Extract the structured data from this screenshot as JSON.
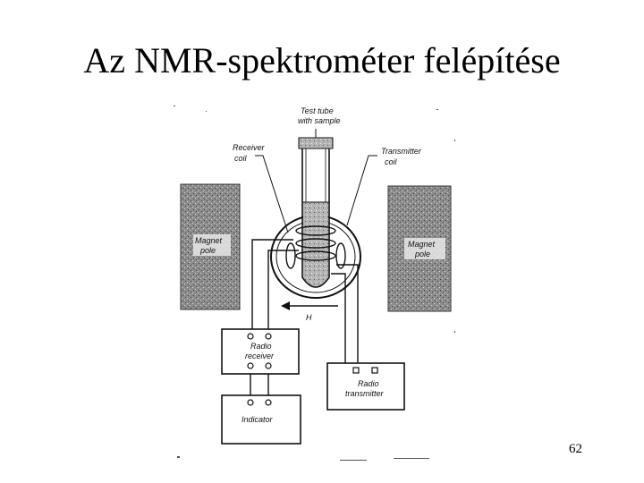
{
  "slide": {
    "title": "Az NMR-spektrométer felépítése",
    "page_number": "62"
  },
  "diagram": {
    "labels": {
      "test_tube_line1": "Test tube",
      "test_tube_line2": "with sample",
      "receiver_line1": "Receiver",
      "receiver_line2": "coil",
      "transmitter_line1": "Transmitter",
      "transmitter_line2": "coil",
      "magnet_left_line1": "Magnet",
      "magnet_left_line2": "pole",
      "magnet_right_line1": "Magnet",
      "magnet_right_line2": "pole",
      "field": "H",
      "radio_receiver_line1": "Radio",
      "radio_receiver_line2": "receiver",
      "radio_transmitter_line1": "Radio",
      "radio_transmitter_line2": "transmitter",
      "indicator": "Indicator"
    },
    "colors": {
      "ink": "#111111",
      "magnet_fill": "#8c8c8c",
      "sample_fill": "#a9a9a9"
    }
  }
}
